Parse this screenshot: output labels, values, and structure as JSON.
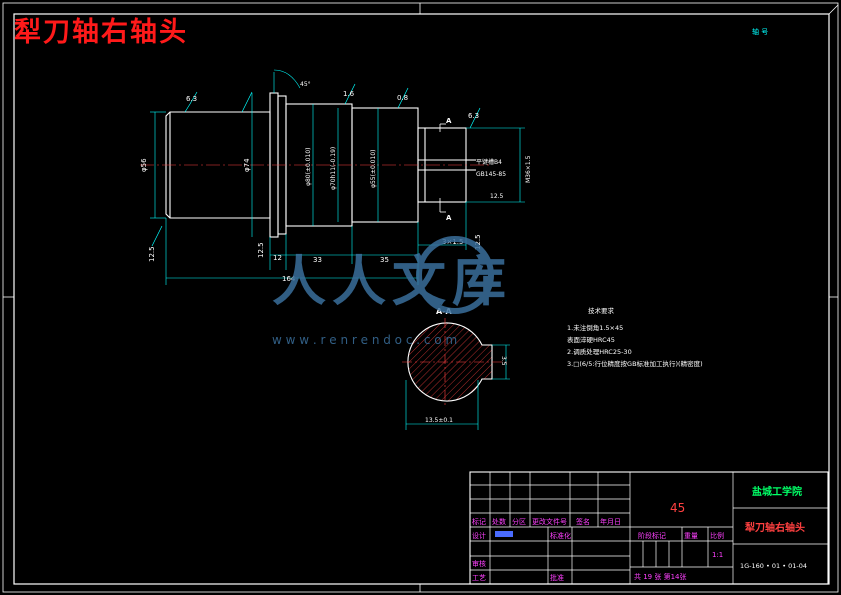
{
  "page_title": "犁刀轴右轴头",
  "corner_note": "轴 号",
  "watermark": {
    "main": "人人文库",
    "url": "w w w . r e n r e n d o c . c o m"
  },
  "main_view": {
    "roughness": [
      "6.3",
      "1.6",
      "0.8",
      "6.3",
      "12.5"
    ],
    "dims": {
      "dia_left": "φ56",
      "dia_flange": "φ74",
      "dia_body1": "φ80(±0.010)",
      "dia_body2": "φ70h11(-0.19)",
      "dia_body3": "φ55(±0.010)",
      "dia_end": "M36×1.5",
      "len_12": "12",
      "len_33": "33",
      "len_35": "35",
      "undercut": "3×1.5",
      "rough_bottom": "12.5",
      "len_total": "164",
      "rough_side": "12.5"
    },
    "section_mark_top": "A",
    "section_mark_bottom": "A",
    "keyway_note_1": "平键槽B4",
    "keyway_note_2": "GB145-85",
    "keyway_rough": "12.5",
    "angle_note": "45°"
  },
  "section_view": {
    "label": "A-A",
    "width_dim": "13.5±0.1",
    "depth_dim": "3.5"
  },
  "tech_notes": {
    "title": "技术要求",
    "lines": [
      "1.未注倒角1.5×45",
      "  表面淬硬HRC45",
      "2.调质处理HRC25-30",
      "3.□(6/5:行位精度按GB标准加工执行)(精密度)"
    ]
  },
  "title_block": {
    "material": "45",
    "school": "盐城工学院",
    "part_name": "犁刀轴右轴头",
    "headers": [
      "标记",
      "处数",
      "分区",
      "更改文件号",
      "签名",
      "年月日"
    ],
    "design": "设计",
    "designer": "标准化",
    "stage": "阶段标记",
    "weight": "重量",
    "scale_label": "比例",
    "scale_value": "1:1",
    "review": "审核",
    "process": "工艺",
    "approve": "批准",
    "sheets": "共 19 张  第14张",
    "code": "1G-160 • 01 • 01-04"
  },
  "colors": {
    "line": "#ffffff",
    "dim": "#00ffff",
    "title_red": "#ff1a1a",
    "text_green": "#00ff66",
    "magenta": "#ff40ff",
    "watermark": "#3a6f9c"
  }
}
